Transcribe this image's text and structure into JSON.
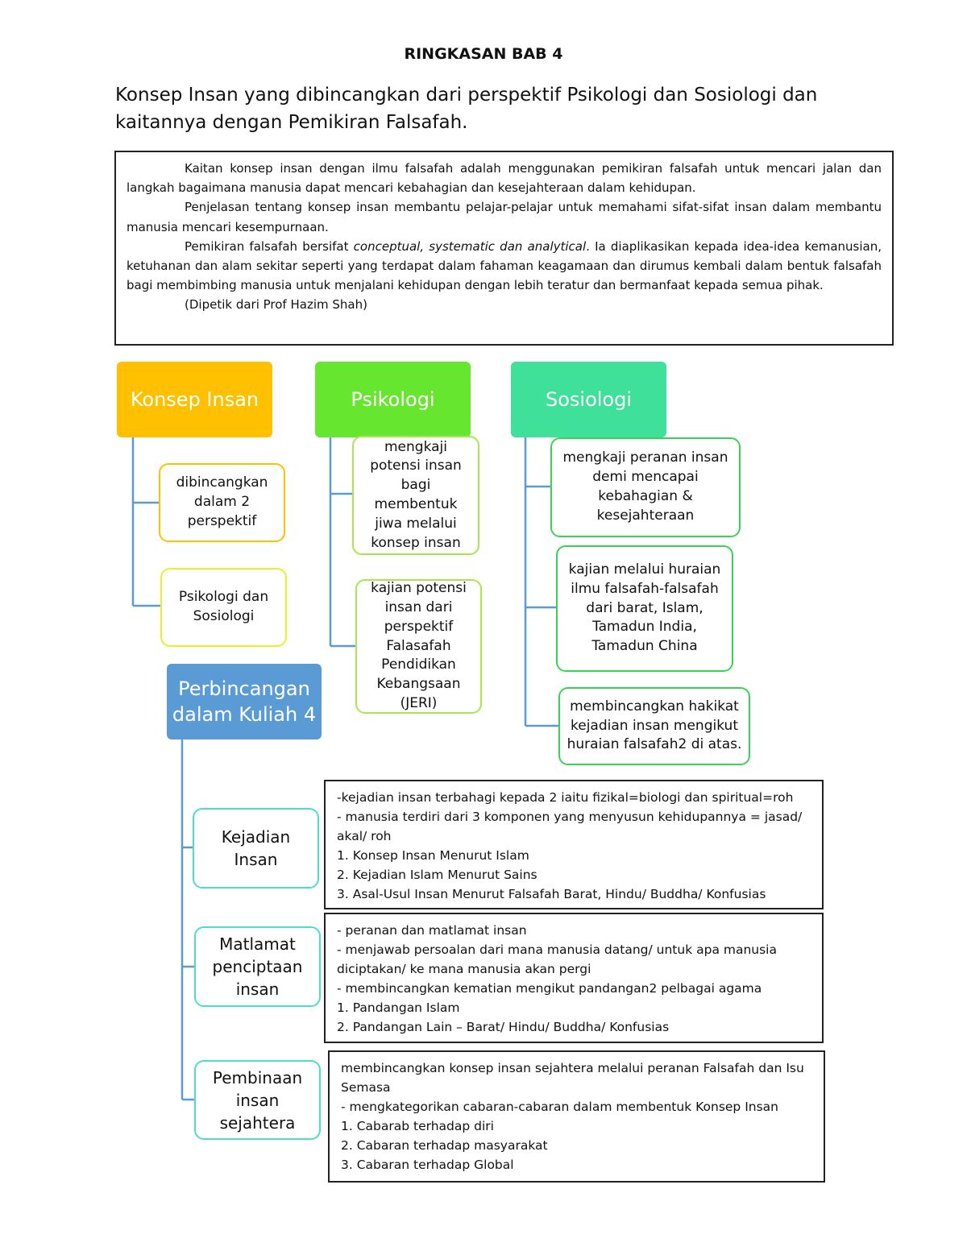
{
  "title": "RINGKASAN BAB 4",
  "subtitle": [
    "Konsep Insan yang dibincangkan dari perspektif Psikologi dan Sosiologi dan",
    "kaitannya dengan Pemikiran Falsafah."
  ],
  "intro": {
    "p1": "Kaitan konsep insan dengan ilmu falsafah adalah menggunakan pemikiran falsafah untuk mencari jalan dan langkah bagaimana manusia dapat mencari kebahagian dan kesejahteraan dalam kehidupan.",
    "p2": "Penjelasan tentang konsep insan membantu pelajar-pelajar untuk memahami sifat-sifat insan dalam membantu manusia mencari kesempurnaan.",
    "p3_before": "Pemikiran falsafah bersifat ",
    "p3_italic": "conceptual, systematic dan analytical",
    "p3_after": ". Ia diaplikasikan kepada idea-idea kemanusian, ketuhanan dan alam sekitar seperti yang terdapat dalam fahaman keagamaan dan dirumus kembali dalam bentuk falsafah bagi membimbing manusia untuk menjalani kehidupan dengan lebih teratur dan bermanfaat kepada semua pihak.",
    "source": "(Dipetik dari Prof Hazim Shah)"
  },
  "konsep": {
    "title": "Konsep Insan",
    "items": [
      "dibincangkan\ndalam 2\nperspektif",
      "Psikologi dan\nSosiologi"
    ]
  },
  "psikologi": {
    "title": "Psikologi",
    "items": [
      "mengkaji\npotensi insan\nbagi\nmembentuk\njiwa melalui\nkonsep insan",
      "kajian potensi\ninsan dari\nperspektif\nFalasafah\nPendidikan\nKebangsaan\n(JERI)"
    ]
  },
  "sosiologi": {
    "title": "Sosiologi",
    "items": [
      "mengkaji peranan insan\ndemi mencapai\nkebahagian &\nkesejahteraan",
      "kajian melalui huraian\nilmu falsafah-falsafah\ndari barat, Islam,\nTamadun India,\nTamadun China",
      "membincangkan hakikat\nkejadian insan mengikut\nhuraian falsafah2 di atas."
    ]
  },
  "kuliah": {
    "title": "Perbincangan\ndalam Kuliah 4",
    "sections": [
      {
        "label": "Kejadian\nInsan",
        "lines": [
          "-kejadian insan terbahagi kepada 2 iaitu fizikal=biologi dan spiritual=roh",
          "- manusia terdiri dari 3 komponen yang menyusun kehidupannya = jasad/",
          "akal/ roh",
          "1. Konsep Insan Menurut Islam",
          "2. Kejadian Islam Menurut Sains",
          "3. Asal-Usul Insan Menurut Falsafah Barat, Hindu/ Buddha/ Konfusias"
        ]
      },
      {
        "label": "Matlamat\npenciptaan\ninsan",
        "lines": [
          "- peranan dan matlamat insan",
          "- menjawab persoalan dari mana manusia datang/ untuk apa manusia",
          "diciptakan/ ke mana manusia akan pergi",
          "- membincangkan kematian mengikut pandangan2 pelbagai agama",
          "1. Pandangan Islam",
          "2. Pandangan Lain – Barat/ Hindu/ Buddha/ Konfusias"
        ]
      },
      {
        "label": "Pembinaan\ninsan\nsejahtera",
        "lines": [
          "membincangkan konsep insan sejahtera melalui peranan Falsafah dan Isu",
          "Semasa",
          "- mengkategorikan cabaran-cabaran dalam membentuk Konsep Insan",
          "1. Cabarab terhadap diri",
          "2. Cabaran terhadap masyarakat",
          "3. Cabaran terhadap Global"
        ]
      }
    ]
  },
  "colors": {
    "konsep_fill": "#FFC000",
    "konsep_border": "#FFC000",
    "konsep_item_border_1": "#FFC000",
    "konsep_item_border_2": "#E5F22A",
    "psikologi_fill": "#66E62F",
    "psikologi_item_border": "#A8E84E",
    "sosiologi_fill": "#3FE09A",
    "sosiologi_item_border": "#39D454",
    "kuliah_fill": "#5B9BD5",
    "kuliah_item_border": "#4DDDCB",
    "connector": "#5B9BD5"
  }
}
